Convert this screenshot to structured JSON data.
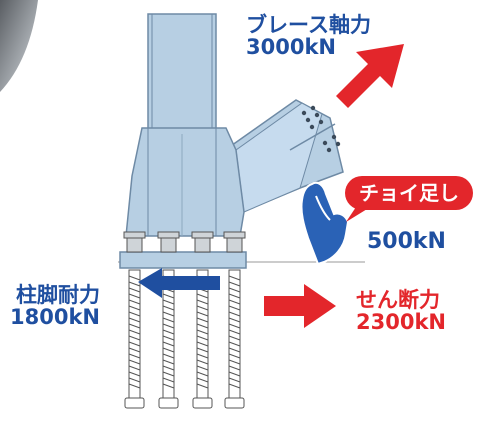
{
  "labels": {
    "brace": {
      "name": "ブレース軸力",
      "value": "3000kN"
    },
    "column": {
      "name": "柱脚耐力",
      "value": "1800kN"
    },
    "shear": {
      "name": "せん断力",
      "value": "2300kN"
    },
    "boost": {
      "value": "500kN"
    }
  },
  "bubble": {
    "text": "チョイ足し"
  },
  "colors": {
    "steel": "#b7cfe3",
    "steel_dark": "#6e8aa5",
    "bolt": "#7a7a7a",
    "arrow_red": "#e3262b",
    "arrow_blue": "#1f4fa0",
    "label_blue": "#1f4fa0",
    "label_red": "#e3262b",
    "hand": "#2a62b6"
  }
}
